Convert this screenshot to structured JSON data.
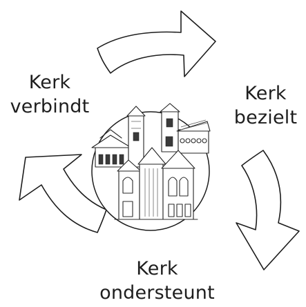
{
  "labels": {
    "top_left": [
      "Kerk",
      "verbindt"
    ],
    "right": [
      "Kerk",
      "bezielt"
    ],
    "bottom": [
      "Kerk",
      "ondersteunt"
    ]
  },
  "colors": {
    "ink": "#1c1c1c",
    "background": "#ffffff"
  },
  "icons": [
    "arrow-top",
    "arrow-right-down",
    "arrow-left-up",
    "church-drawings-circle"
  ]
}
